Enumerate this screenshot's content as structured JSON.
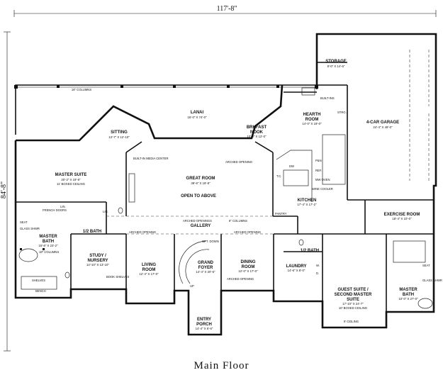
{
  "title": "Main Floor",
  "dimensions": {
    "width": "117'-8\"",
    "depth": "84'-8\""
  },
  "rooms": {
    "storage": {
      "name": "STORAGE",
      "size": "8'-0\" X 14'-6\""
    },
    "lanai": {
      "name": "LANAI",
      "size": "16'-0\" X 74'-0\""
    },
    "sitting": {
      "name": "SITTING",
      "size": "13'-7\" X 12'-10\""
    },
    "brkfast": {
      "name1": "BRKFAST",
      "name2": "NOOK",
      "size": "10'-0\" X 12'-0\""
    },
    "hearth": {
      "name1": "HEARTH",
      "name2": "ROOM",
      "size": "14'-0\" X 19'-0\""
    },
    "garage": {
      "name": "4-CAR GARAGE",
      "size": "24'-4\" X 49'-0\""
    },
    "master_suite": {
      "name": "MASTER SUITE",
      "size": "20'-2\" X 19'-8\"",
      "ceiling": "11' BOXED CEILING"
    },
    "great_room": {
      "name": "GREAT ROOM",
      "size": "39'-6\" X 19'-8\"",
      "note": "OPEN TO ABOVE"
    },
    "kitchen": {
      "name": "KITCHEN",
      "size": "17'-4\" X 17'-2\""
    },
    "exercise": {
      "name": "EXERCISE ROOM",
      "size": "18'-4\" X 10'-0\""
    },
    "master_bath": {
      "name1": "MASTER",
      "name2": "BATH",
      "size": "15'-6\" X 23'-2\""
    },
    "study": {
      "name1": "STUDY /",
      "name2": "NURSERY",
      "size": "14'-10\" X 13'-10\""
    },
    "living": {
      "name1": "LIVING",
      "name2": "ROOM",
      "size": "12'-4\" X 17'-0\""
    },
    "foyer": {
      "name1": "GRAND",
      "name2": "FOYER",
      "size": "14'-4\" X 20'-6\""
    },
    "gallery": {
      "name": "GALLERY"
    },
    "dining": {
      "name1": "DINING",
      "name2": "ROOM",
      "size": "12'-0\" X 17'-0\""
    },
    "laundry": {
      "name": "LAUNDRY",
      "size": "14'-6\" X 8'-0\""
    },
    "guest": {
      "name1": "GUEST SUITE /",
      "name2": "SECOND MASTER",
      "name3": "SUITE",
      "size": "17'-10\" X 24'-7\"",
      "ceiling": "10' BOXED CEILING"
    },
    "master_bath2": {
      "name1": "MASTER",
      "name2": "BATH",
      "size": "10'-0\" X 27'-0\""
    },
    "entry": {
      "name1": "ENTRY",
      "name2": "PORCH",
      "size": "14'-4\" X 6'-6\""
    },
    "half_bath_1": {
      "name": "1/2 BATH"
    },
    "half_bath_2": {
      "name": "1/2 BATH"
    }
  },
  "labels": {
    "columns_lanai": "16\" COLUMNS",
    "columns_bath": "18\" COLUMNS",
    "builtin_media": "BUILT-IN MEDIA CENTER",
    "arched_opening": "ARCHED OPENING",
    "arched_openings": "ARCHED OPENINGS",
    "columns_8": "8\" COLUMNS",
    "strg": "STRG.",
    "builtins": "BUILT-INS",
    "pantry": "PANTRY",
    "pwdr": "P&N",
    "ref": "REF.",
    "mw_oven": "MW OVEN",
    "wine_cooler": "WINE COOLER",
    "tc": "T.C.",
    "dw": "DW",
    "french_doors": "FRENCH DOORS",
    "lin": "LIN.",
    "seat": "SEAT",
    "glass_shwr": "GLASS SHWR",
    "shelves": "SHELVES",
    "bench": "BENCH",
    "book_shelves": "BOOK SHELVES",
    "opt_down": "OPT. DOWN",
    "up": "UP",
    "ceiling_9": "9' CEILING",
    "wd": "W.",
    "dr": "D."
  }
}
